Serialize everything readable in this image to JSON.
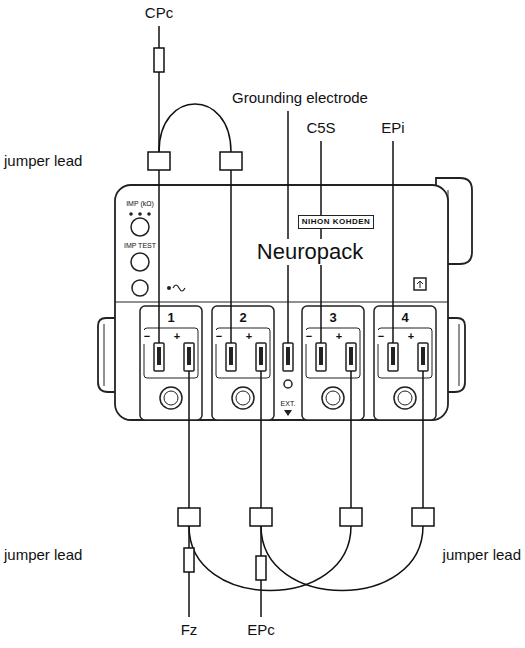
{
  "diagram": {
    "labels": [
      "CPc",
      "jumper lead",
      "Grounding electrode",
      "C5S",
      "EPi",
      "NIHON KOHDEN",
      "IMP (kΩ)",
      "Neuropack",
      "IMP TEST",
      "1",
      "−",
      "+",
      "2",
      "−",
      "+",
      "3",
      "−",
      "+",
      "4",
      "−",
      "+",
      "EXT.",
      "jumper lead",
      "jumper lead",
      "Fz",
      "EPc"
    ]
  }
}
